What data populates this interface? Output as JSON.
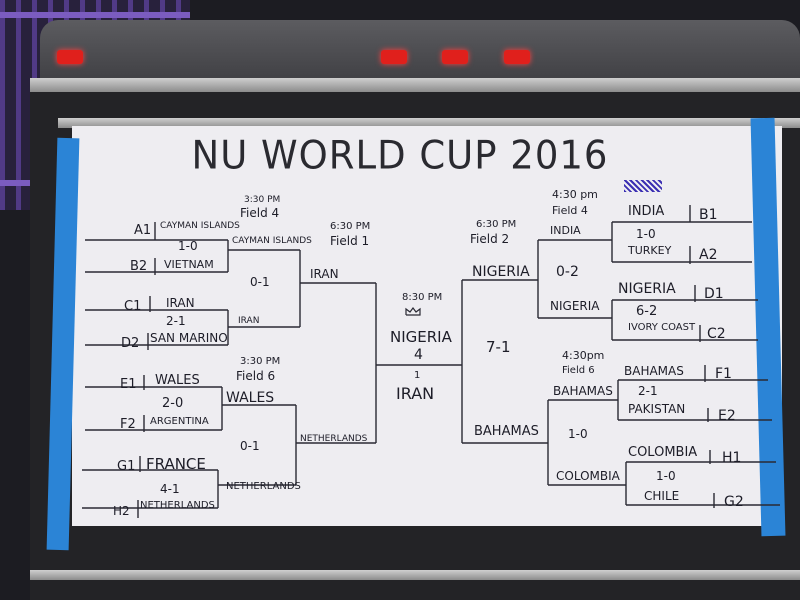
{
  "poster": {
    "title": "NU WORLD CUP 2016",
    "groups": [
      "A1",
      "B2",
      "C1",
      "D2",
      "E1",
      "F2",
      "G1",
      "H2",
      "B1",
      "A2",
      "D1",
      "C2",
      "F1",
      "E2",
      "H1",
      "G2"
    ],
    "round1": {
      "a1": "CAYMAN ISLANDS",
      "score_ab": "1-0",
      "b2": "VIETNAM",
      "c1": "IRAN",
      "score_cd": "2-1",
      "d2": "SAN MARINO",
      "e1": "WALES",
      "score_ef": "2-0",
      "f2": "ARGENTINA",
      "g1": "FRANCE",
      "score_gh": "4-1",
      "h2": "NETHERLANDS",
      "b1": "INDIA",
      "score_ba": "1-0",
      "a2": "TURKEY",
      "d1": "NIGERIA",
      "score_dc": "6-2",
      "c2": "IVORY COAST",
      "f1": "BAHAMAS",
      "score_fe": "2-1",
      "e2": "PAKISTAN",
      "h1": "COLOMBIA",
      "score_hg": "1-0",
      "g2": "CHILE"
    },
    "round2": {
      "left_top": {
        "time": "3:30 PM",
        "field": "Field 4",
        "team1": "CAYMAN ISLANDS",
        "score": "0-1",
        "team2": "IRAN"
      },
      "left_bottom": {
        "time": "3:30 PM",
        "field": "Field 6",
        "team1": "WALES",
        "score": "0-1",
        "team2": "NETHERLANDS"
      },
      "right_top": {
        "time": "4:30 pm",
        "field": "Field 4",
        "team1": "INDIA",
        "score": "0-2",
        "team2": "NIGERIA"
      },
      "right_bottom": {
        "time": "4:30pm",
        "field": "Field 6",
        "team1": "BAHAMAS",
        "score": "1-0",
        "team2": "COLOMBIA"
      }
    },
    "semis": {
      "left": {
        "time": "6:30 PM",
        "field": "Field 1",
        "team1": "IRAN",
        "team2": "NETHERLANDS"
      },
      "right": {
        "time": "6:30 PM",
        "field": "Field 2",
        "team1": "NIGERIA",
        "score": "7-1",
        "team2": "BAHAMAS"
      }
    },
    "final": {
      "time": "8:30 PM",
      "winner": "NIGERIA",
      "winner_score": "4",
      "loser_score": "1",
      "loser": "IRAN"
    }
  },
  "colors": {
    "tape": "#2b84d6",
    "poster": "#eeedf1",
    "ink": "#1d1d28",
    "lights": "#e0201c",
    "railing": "#5a3f98"
  }
}
